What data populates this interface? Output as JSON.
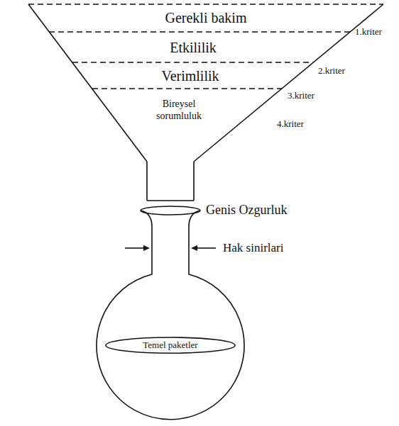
{
  "diagram": {
    "nodes": [
      {
        "text": [
          "Gerekli bakim"
        ]
      },
      {
        "text": [
          "Etkililik"
        ]
      },
      {
        "text": [
          "Verimlilik"
        ]
      },
      {
        "text": [
          "Bireysel sorumluluk"
        ]
      },
      {
        "text": [
          "Temel paketler"
        ]
      }
    ],
    "labels": [
      "1.kriter",
      "2.kriter",
      "3.kriter",
      "4.kriter",
      "Genis Ozgurluk",
      "Hak sinirlari"
    ]
  }
}
